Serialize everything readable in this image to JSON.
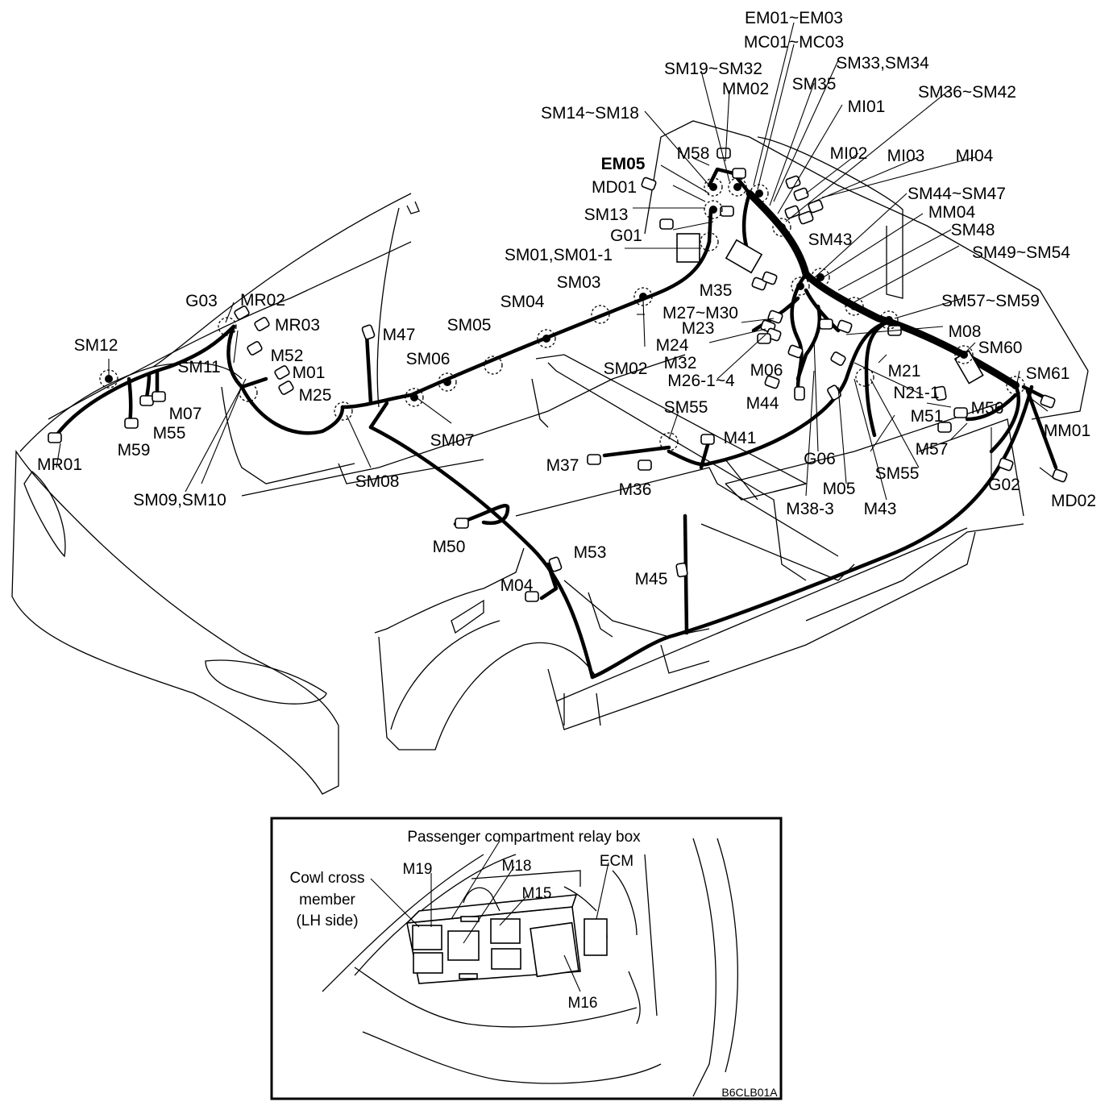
{
  "labels": {
    "em01_em03": "EM01~EM03",
    "mc01_mc03": "MC01~MC03",
    "sm19_sm32": "SM19~SM32",
    "sm33_sm34": "SM33,SM34",
    "mm02": "MM02",
    "sm35": "SM35",
    "mi01": "MI01",
    "sm36_sm42": "SM36~SM42",
    "sm14_sm18": "SM14~SM18",
    "m58": "M58",
    "mi02": "MI02",
    "mi03": "MI03",
    "mi04": "MI04",
    "em05": "EM05",
    "md01": "MD01",
    "sm44_sm47": "SM44~SM47",
    "sm13": "SM13",
    "mm04": "MM04",
    "g01": "G01",
    "sm48": "SM48",
    "sm43": "SM43",
    "sm01": "SM01,SM01-1",
    "sm49_sm54": "SM49~SM54",
    "m35": "M35",
    "sm03": "SM03",
    "m27_m30": "M27~M30",
    "sm57_sm59": "SM57~SM59",
    "sm04": "SM04",
    "m23": "M23",
    "m08": "M08",
    "g03": "G03",
    "mr02": "MR02",
    "mr03": "MR03",
    "sm05": "SM05",
    "m24": "M24",
    "m47": "M47",
    "sm60": "SM60",
    "sm12": "SM12",
    "m32": "M32",
    "m52": "M52",
    "sm06": "SM06",
    "m21": "M21",
    "sm11": "SM11",
    "m01": "M01",
    "sm02": "SM02",
    "m06": "M06",
    "sm61": "SM61",
    "m26": "M26-1~4",
    "m25": "M25",
    "n21_1": "N21-1",
    "m44": "M44",
    "m56": "M56",
    "m07": "M07",
    "sm55_top": "SM55",
    "m51": "M51",
    "mm01": "MM01",
    "m55": "M55",
    "sm07": "SM07",
    "m41": "M41",
    "mr01": "MR01",
    "m59": "M59",
    "m57": "M57",
    "g06": "G06",
    "m37": "M37",
    "sm55_bottom": "SM55",
    "sm08": "SM08",
    "m36": "M36",
    "g02": "G02",
    "sm09_sm10": "SM09,SM10",
    "m05": "M05",
    "md02": "MD02",
    "m38_3": "M38-3",
    "m43": "M43",
    "m50": "M50",
    "m53": "M53",
    "m04": "M04",
    "m45": "M45"
  },
  "inset": {
    "relay_box": "Passenger compartment relay box",
    "cowl_line1": "Cowl cross",
    "cowl_line2": "member",
    "cowl_line3": "(LH side)",
    "m19": "M19",
    "m18": "M18",
    "ecm": "ECM",
    "m15": "M15",
    "m16": "M16",
    "figure_code": "B6CLB01A"
  }
}
